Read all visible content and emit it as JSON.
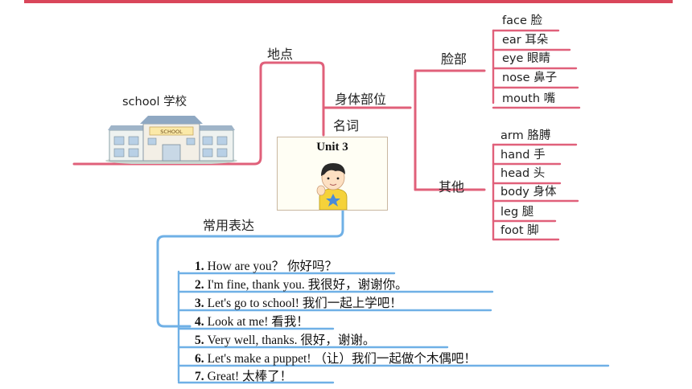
{
  "center": {
    "title": "Unit 3"
  },
  "category_noun": "名词",
  "category_place": "地点",
  "place_item": "school 学校",
  "category_body": "身体部位",
  "face_group": {
    "label": "脸部",
    "items": [
      "face 脸",
      "ear 耳朵",
      "eye 眼睛",
      "nose 鼻子",
      "mouth 嘴"
    ]
  },
  "other_group": {
    "label": "其他",
    "items": [
      "arm 胳膊",
      "hand 手",
      "head 头",
      "body 身体",
      "leg 腿",
      "foot 脚"
    ]
  },
  "expressions": {
    "label": "常用表达",
    "items": [
      {
        "num": "1.",
        "text": "How are you？ 你好吗？"
      },
      {
        "num": "2.",
        "text": "I'm fine, thank you. 我很好，谢谢你。"
      },
      {
        "num": "3.",
        "text": "Let's go to school! 我们一起上学吧！"
      },
      {
        "num": "4.",
        "text": "Look at me! 看我！"
      },
      {
        "num": "5.",
        "text": "Very well, thanks. 很好，谢谢。"
      },
      {
        "num": "6.",
        "text": "Let's make a puppet! （让）我们一起做个木偶吧！"
      },
      {
        "num": "7.",
        "text": "Great! 太棒了！"
      }
    ]
  },
  "colors": {
    "pink_line": "#e0607a",
    "blue_line": "#6fb0e6",
    "top_bar": "#d9465a"
  },
  "school_sign": "SCHOOL"
}
